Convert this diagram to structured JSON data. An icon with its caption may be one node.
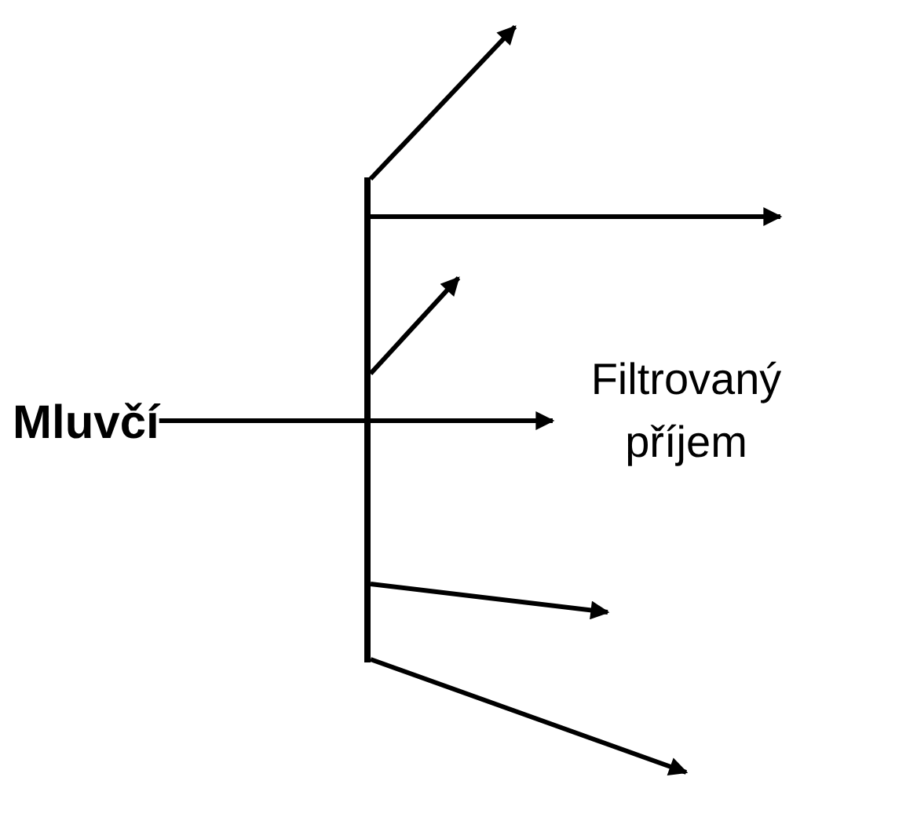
{
  "diagram": {
    "nodes": [
      {
        "text": [
          "Mluvčí"
        ]
      },
      {
        "text": [],
        "shape": "bar"
      }
    ],
    "edges": [
      {
        "from": 0,
        "to": 1,
        "arrow": "none"
      },
      {
        "from": 1,
        "to": null,
        "arrow": "to"
      },
      {
        "from": 1,
        "to": null,
        "arrow": "to"
      },
      {
        "from": 1,
        "to": null,
        "arrow": "to"
      },
      {
        "from": 1,
        "to": null,
        "arrow": "to"
      },
      {
        "from": 1,
        "to": null,
        "arrow": "to"
      },
      {
        "from": 1,
        "to": null,
        "arrow": "to"
      }
    ],
    "labels": [
      "Filtrovaný příjem"
    ]
  }
}
